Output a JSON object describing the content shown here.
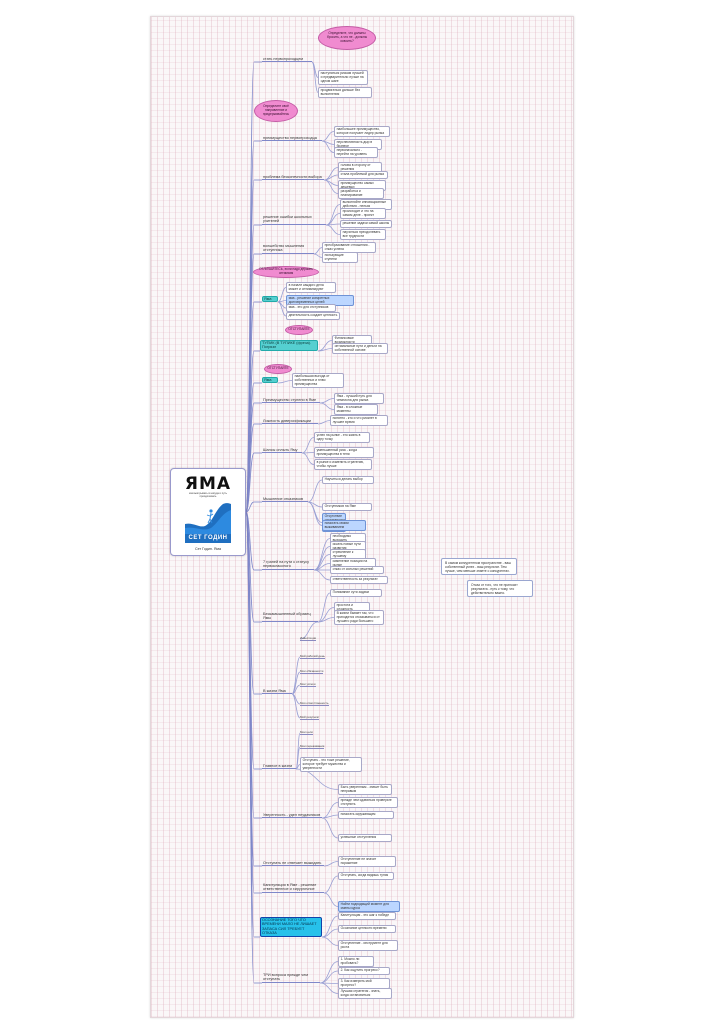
{
  "central": {
    "book_title": "ЯМА",
    "book_subtitle": "как выигрывать в никуда и  путь  преодолевать",
    "book_author": "СЕТ ГОДИН",
    "caption": "Сет Годин. Яма"
  },
  "branches": [
    {
      "label": "стать первопроходцем"
    },
    {
      "label": "преимущество первопроходца"
    },
    {
      "label": "проблема бесконечности выбора"
    },
    {
      "label": "решение ошибки школьных учителей"
    },
    {
      "label": "волшебство мышления отступника"
    },
    {
      "label": "Яма"
    },
    {
      "label": "ТУПИК (В ТУПИКЕ (фреза). Погрязл"
    },
    {
      "label": "Яма"
    },
    {
      "label": "Преимущество ступени в Яме"
    },
    {
      "label": "Ложность диверсификации"
    },
    {
      "label": "Шансы оплыть Яму"
    },
    {
      "label": "Мышление отказников"
    },
    {
      "label": "7 граней на пути к статусу первоклассного"
    },
    {
      "label": "Бескамышленный образец Ямы"
    },
    {
      "label": "В жизни Яма"
    },
    {
      "label": "Главное в жизни"
    },
    {
      "label": "Уверенность - удел неудачников"
    },
    {
      "label": "Отступать не отвечает выжидать"
    },
    {
      "label": "Капитуляция в Яме - решение ответственное и хирургичное"
    },
    {
      "label": "ОСОЗНАНИЕ ТОГО ЧТО ВРЕМЕНИ МАЛО НЕ ЛИШАЕТ ЗАПАСА СИЛ ТРЕБУЕТ ОТКАЗА"
    },
    {
      "label": "ТРИ вопроса прежде чем отступать"
    }
  ],
  "callouts": [
    "Определите, что должны бросить, а что не - должны освоить?",
    "Определите своё направление и придерживайтесь",
    "ОТЛИЧАЙТЕСЬ, если надо держать оптимизм",
    "ОТСТУПАЙТЕ",
    "ОТСТУПАЙТЕ"
  ],
  "subnodes": [
    "наступаться рискам лучшей и предварительно лучше на одном шаге",
    "продвигаться дальше без выполнения",
    "наибольшее преимущество, которое получает лидер рынка",
    "перспективность дыр в бизнесе",
    "первоначально - перейти на уровень",
    "голова в сторону от решения",
    "стала проблемой для рынка",
    "преимущество самых дешевых",
    "разработка и планирование",
    "выполняйте инновационные действия - нельзя",
    "происходит и что на самом деле - проект",
    "решение задачи самой школы",
    "научиться преодолевать все трудности",
    "преобразование отношения - отказ успеха",
    "пользующие ступени",
    "в начале каждого дела может и оптимизируют",
    "яма - решение конкретных долговременных целей",
    "яма - это для отступников",
    "деятельность создает ценность",
    "Финансовые возможности",
    "оптимальные пути и деньги на собственной основе",
    "наибольшая выгода от собственных и плюс преимущества",
    "Яма - лучший путь для чемпиона для рынка",
    "Яма - в сложные моменты",
    "понятно - кто и что рискнет в лучшее время",
    "успех на рынке - это жизнь в одну точку",
    "уменьшенный риск - когда преимущества в тени",
    "в рынке и изменить стратегию, чтобы лучше",
    "Научиться делать выбор",
    "Отступников на Яме",
    "Отсутствие отступающих тех, кто держит",
    "помогать своим выживанием",
    "необходимо выходить",
    "искать новые пути развития",
    "стремление к лучшему",
    "изменение позиции на рынке",
    "отказ от сильных решений",
    "ответственность за результат",
    "Понимание сути задачи",
    "простота и сложность",
    "В жизни бывает так, что приходится отказываться от лучшего ради большего",
    "Инвестиции",
    "Мой рабочий день",
    "Мои обязанности",
    "Мои успехи",
    "Моя ответственность",
    "Мой результат",
    "Мои цели",
    "Мои переживания",
    "Отступать - это тоже решение, которое требует мужества и уверенности",
    "Быть уверенным - значит быть неправым",
    "прежде чем сдаваться проверьте отступить",
    "помогать окружающим",
    "успешные отступления",
    "Отступление не значит поражение",
    "Отступать, когда видишь тупик",
    "Найти подходящий момент для смены курса",
    "Капитуляция - это шаг к победе",
    "Осознание ценности времени",
    "Отступление - инструмент для роста",
    "1. Можно ли пробовать?",
    "2. Как ощутить прогресс?",
    "3. Как измерить мой прогресс?",
    "Лучшая стратегия - знать, когда остановиться"
  ],
  "notes": [
    "В самом конкурентном пространстве - ваш собственный успех - ваш результат. Тем лучше, чем меньше знаете о конкурентах.",
    "Отказ от того, что не приносит результата - путь к тому, что действительно важно."
  ]
}
